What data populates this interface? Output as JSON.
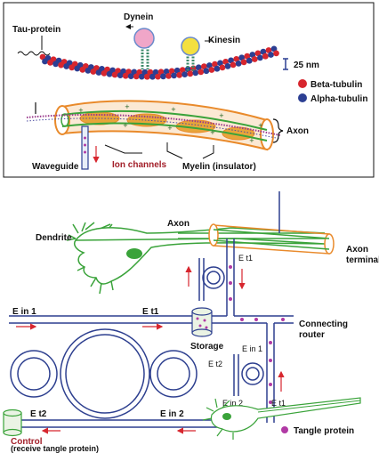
{
  "top_panel": {
    "tau_protein": "Tau-protein",
    "dynein": "Dynein",
    "kinesin": "Kinesin",
    "scale": "25 nm",
    "legend": {
      "beta": "Beta-tubulin",
      "alpha": "Alpha-tubulin"
    },
    "axon": "Axon",
    "waveguide": "Waveguide",
    "ion_channels": "Ion channels",
    "myelin": "Myelin (insulator)"
  },
  "bottom_panel": {
    "axon": "Axon",
    "dendrite": "Dendrite",
    "axon_terminal_1": "Axon",
    "axon_terminal_2": "terminal",
    "e_t1_top": "E t1",
    "e_in1_left": "E in 1",
    "e_t1_left": "E t1",
    "storage": "Storage",
    "connecting_1": "Connecting",
    "connecting_2": "router",
    "e_in1_mid": "E in 1",
    "e_t2_mid": "E t2",
    "e_in2_mid": "E in 2",
    "e_t1_mid": "E t1",
    "e_t2_bottom": "E t2",
    "e_in2_bottom": "E in 2",
    "control": "Control",
    "control_sub": "(receive tangle protein)",
    "tangle": "Tangle protein"
  },
  "colors": {
    "beta_tubulin": "#d7262e",
    "alpha_tubulin": "#2c3f93",
    "myelin": "#e98a2b",
    "green": "#3aa33a",
    "router_blue": "#2d3f8f",
    "tangle": "#b13aa5",
    "dynein_head": "#f0a6c8",
    "kinesin_head": "#f4e040"
  }
}
